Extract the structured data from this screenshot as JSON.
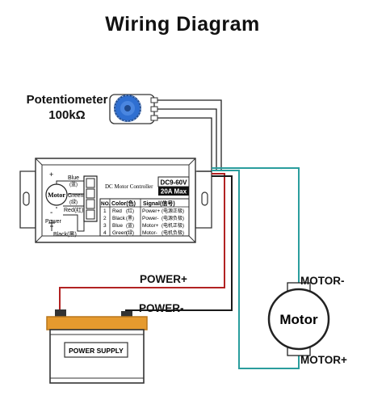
{
  "title": "Wiring Diagram",
  "potentiometer": {
    "name": "Potentiometer",
    "value": "100kΩ"
  },
  "controller": {
    "name": "DC Motor Controller",
    "voltage": "DC9-60V",
    "current": "20A Max",
    "left_labels": {
      "blue": "Blue",
      "blue_cn": "(蓝)",
      "green": "Green",
      "green_cn": "(绿)",
      "red": "Red(红)",
      "black": "Black(黑)",
      "motor": "Motor",
      "power": "Power",
      "plus": "+",
      "minus": "-"
    },
    "table": {
      "headers": [
        "NO.",
        "Color(色)",
        "Signal(信号)"
      ],
      "rows": [
        [
          "1",
          "Red",
          "(红)",
          "Power+",
          "(电源正极)"
        ],
        [
          "2",
          "Black",
          "(黑)",
          "Power-",
          "(电源负极)"
        ],
        [
          "3",
          "Blue",
          "(蓝)",
          "Motor+",
          "(电机正极)"
        ],
        [
          "4",
          "Green",
          "(绿)",
          "Motor-",
          "(电机负极)"
        ]
      ]
    }
  },
  "labels": {
    "power_plus": "POWER+",
    "power_minus": "POWER-",
    "motor_minus": "MOTOR-",
    "motor_plus": "MOTOR+"
  },
  "battery": {
    "label": "POWER SUPPLY"
  },
  "motor": {
    "label": "Motor"
  },
  "colors": {
    "red_wire": "#b22222",
    "black_wire": "#1a1a1a",
    "teal_wire": "#2a9d9d",
    "knob_blue": "#2f6fd1",
    "battery_orange": "#e69a2e"
  }
}
